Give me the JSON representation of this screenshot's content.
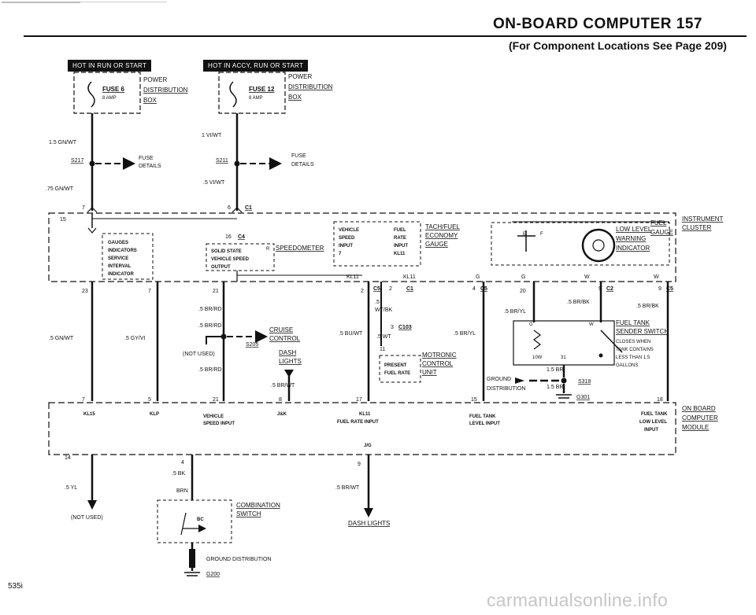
{
  "header": {
    "title": "ON-BOARD COMPUTER  157",
    "subtitle": "(For Component Locations See Page 209)",
    "page_id": "535i",
    "watermark": "carmanualsonline.info"
  },
  "power_sources": {
    "left_hot": "HOT IN RUN OR START",
    "right_hot": "HOT IN ACCY, RUN OR START",
    "left_fuse": "FUSE 6",
    "left_fuse_amp": "8 AMP",
    "right_fuse": "FUSE 12",
    "right_fuse_amp": "8 AMP",
    "pdb_1": "POWER",
    "pdb_2": "DISTRIBUTION",
    "pdb_3": "BOX",
    "fuse_details_1": "FUSE",
    "fuse_details_2": "DETAILS"
  },
  "wires": {
    "w_15gnwt": "1.5 GN/WT",
    "w_1viwt": "1 VI/WT",
    "w_75gnwt": ".75 GN/WT",
    "w_5viwt": ".5 VI/WT",
    "w_5brrd_a": ".5 BR/RD",
    "w_5brrd_b": ".5 BR/RD",
    "w_5brrd_c": ".5 BR/RD",
    "w_5gnwt": ".5 GN/WT",
    "w_5gyvi": ".5 GY/VI",
    "w_5_top": ".5",
    "w_wtbk": "WT/BK",
    "w_5buwt": ".5 BU/WT",
    "w_5wt": ".5 WT",
    "w_5brwt_a": ".5 BR/WT",
    "w_5bryl_a": ".5 BR/YL",
    "w_5bryl_b": ".5 BR/YL",
    "w_5brbk_a": ".5 BR/BK",
    "w_5brbk_b": ".5 BR/BK",
    "w_15br_a": "1.5 BR",
    "w_15br_b": "1.5 BR",
    "w_5yl": ".5 YL",
    "w_5bk": ".5 BK",
    "w_brn": "BRN",
    "w_5brwt_b": ".5 BR/WT"
  },
  "splices": {
    "s217": "S217",
    "s211": "S211",
    "s205": "S205",
    "s318": "S318",
    "g301": "G301",
    "g200": "G200"
  },
  "connectors": {
    "c1": "C1",
    "c4": "C4",
    "c5": "C5",
    "c2": "C2",
    "c103": "C103",
    "p7": "7",
    "p6": "6",
    "p15": "15",
    "p16": "16",
    "p23": "23",
    "p7b": "7",
    "p21": "21",
    "p2": "2",
    "p4": "4",
    "p20": "20",
    "p9": "9",
    "p9b": "9",
    "p3": "3",
    "p11": "11",
    "p7c": "7",
    "p5": "5",
    "p21b": "21",
    "p8": "8",
    "p17": "17",
    "p15b": "15",
    "p18": "18",
    "p14": "14",
    "p4b": "4",
    "p9c": "9",
    "p10w": "10W",
    "p31": "31",
    "pr": "R",
    "pg": "G",
    "pg2": "G",
    "pw": "W",
    "pw2": "W",
    "pw3": "W",
    "pg3": "G",
    "pe": "E",
    "pf": "F"
  },
  "components": {
    "instrument_cluster_1": "INSTRUMENT",
    "instrument_cluster_2": "CLUSTER",
    "gauges": [
      "GAUGES",
      "INDICATORS",
      "SERVICE",
      "INTERVAL",
      "INDICATOR"
    ],
    "speedometer": "SPEEDOMETER",
    "solid_state": [
      "SOLID STATE",
      "VEHICLE SPEED",
      "OUTPUT"
    ],
    "vehicle_speed_input": [
      "VEHICLE",
      "SPEED",
      "INPUT",
      "7"
    ],
    "fuel_rate_input": [
      "FUEL",
      "RATE",
      "INPUT",
      "KL11"
    ],
    "tach_fuel": [
      "TACH/FUEL",
      "ECONOMY",
      "GAUGE"
    ],
    "kl11_a": "KL11",
    "kl11_b": "KL11",
    "low_level": [
      "LOW LEVEL",
      "WARNING",
      "INDICATOR"
    ],
    "fuel_gauge": [
      "FUEL",
      "GAUGE"
    ],
    "cruise": [
      "CRUISE",
      "CONTROL"
    ],
    "not_used_a": "(NOT USED)",
    "dash_lights_a": [
      "DASH",
      "LIGHTS"
    ],
    "motronic": [
      "MOTRONIC",
      "CONTROL",
      "UNIT"
    ],
    "present_fuel": [
      "PRESENT",
      "FUEL RATE"
    ],
    "fuel_tank_sender": [
      "FUEL TANK",
      "SENDER SWITCH",
      "CLOSES WHEN",
      "TANK CONTAINS",
      "LESS THAN 1.5",
      "GALLONS"
    ],
    "ground_dist": [
      "GROUND",
      "DISTRIBUTION"
    ],
    "obc": [
      "ON BOARD",
      "COMPUTER",
      "MODULE"
    ],
    "obc_pins": [
      "KL15",
      "KLP",
      "VEHICLE",
      "SPEED INPUT",
      "J&K",
      "KL11",
      "FUEL RATE INPUT",
      "FUEL TANK",
      "LEVEL INPUT",
      "FUEL TANK",
      "LOW LEVEL",
      "INPUT",
      "J/G"
    ],
    "not_used_b": "(NOT USED)",
    "combination_switch": [
      "COMBINATION",
      "SWITCH"
    ],
    "bc": "BC",
    "dash_lights_b": "DASH LIGHTS",
    "ground_distribution_bottom": "GROUND DISTRIBUTION"
  }
}
